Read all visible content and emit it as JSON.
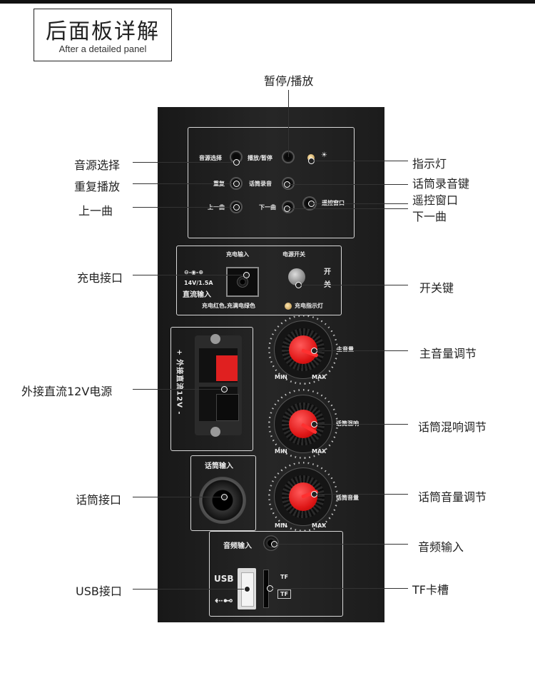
{
  "header": {
    "title_cn": "后面板详解",
    "title_en": "After a detailed panel"
  },
  "panel_text": {
    "source_select": "音源选择",
    "play_pause": "播放/暂停",
    "repeat": "重复",
    "mic_record": "话筒录音",
    "prev": "上一曲",
    "next": "下一曲",
    "remote": "遥控窗口",
    "charge_in": "充电输入",
    "power_switch": "电源开关",
    "spec": "14V/1.5A",
    "dc_in": "直流输入",
    "on": "开",
    "off": "关",
    "charge_note": "充电红色,充满电绿色",
    "charge_led": "充电指示灯",
    "ext_dc": "+ 外接直流12V -",
    "mic_in": "话筒输入",
    "master_vol": "主音量",
    "mic_reverb": "话筒混响",
    "mic_vol": "话筒音量",
    "min": "MIN",
    "max": "MAX",
    "audio_in": "音频输入",
    "usb": "USB",
    "tf": "TF"
  },
  "callouts": {
    "play_pause": "暂停/播放",
    "source_select": "音源选择",
    "repeat_play": "重复播放",
    "prev_track": "上一曲",
    "indicator": "指示灯",
    "mic_record_key": "话筒录音键",
    "remote_window": "遥控窗口",
    "next_track": "下一曲",
    "charge_port": "充电接口",
    "switch_key": "开关键",
    "master_vol_adj": "主音量调节",
    "ext_dc_power": "外接直流12V电源",
    "mic_reverb_adj": "话筒混响调节",
    "mic_port": "话筒接口",
    "mic_vol_adj": "话筒音量调节",
    "audio_input": "音频输入",
    "usb_port": "USB接口",
    "tf_slot": "TF卡槽"
  },
  "colors": {
    "panel": "#1f1f1f",
    "knob_cap": "#e01818",
    "spring_red": "#e02020"
  }
}
